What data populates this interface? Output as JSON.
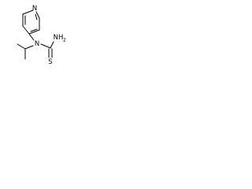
{
  "molecule": {
    "atoms": {
      "ring_nitrogen": "N",
      "amine_nitrogen": "N",
      "amino_group_main": "NH",
      "amino_group_subscript": "2",
      "thione_sulfur": "S"
    },
    "colors": {
      "line": "#000000",
      "background": "#ffffff"
    }
  }
}
